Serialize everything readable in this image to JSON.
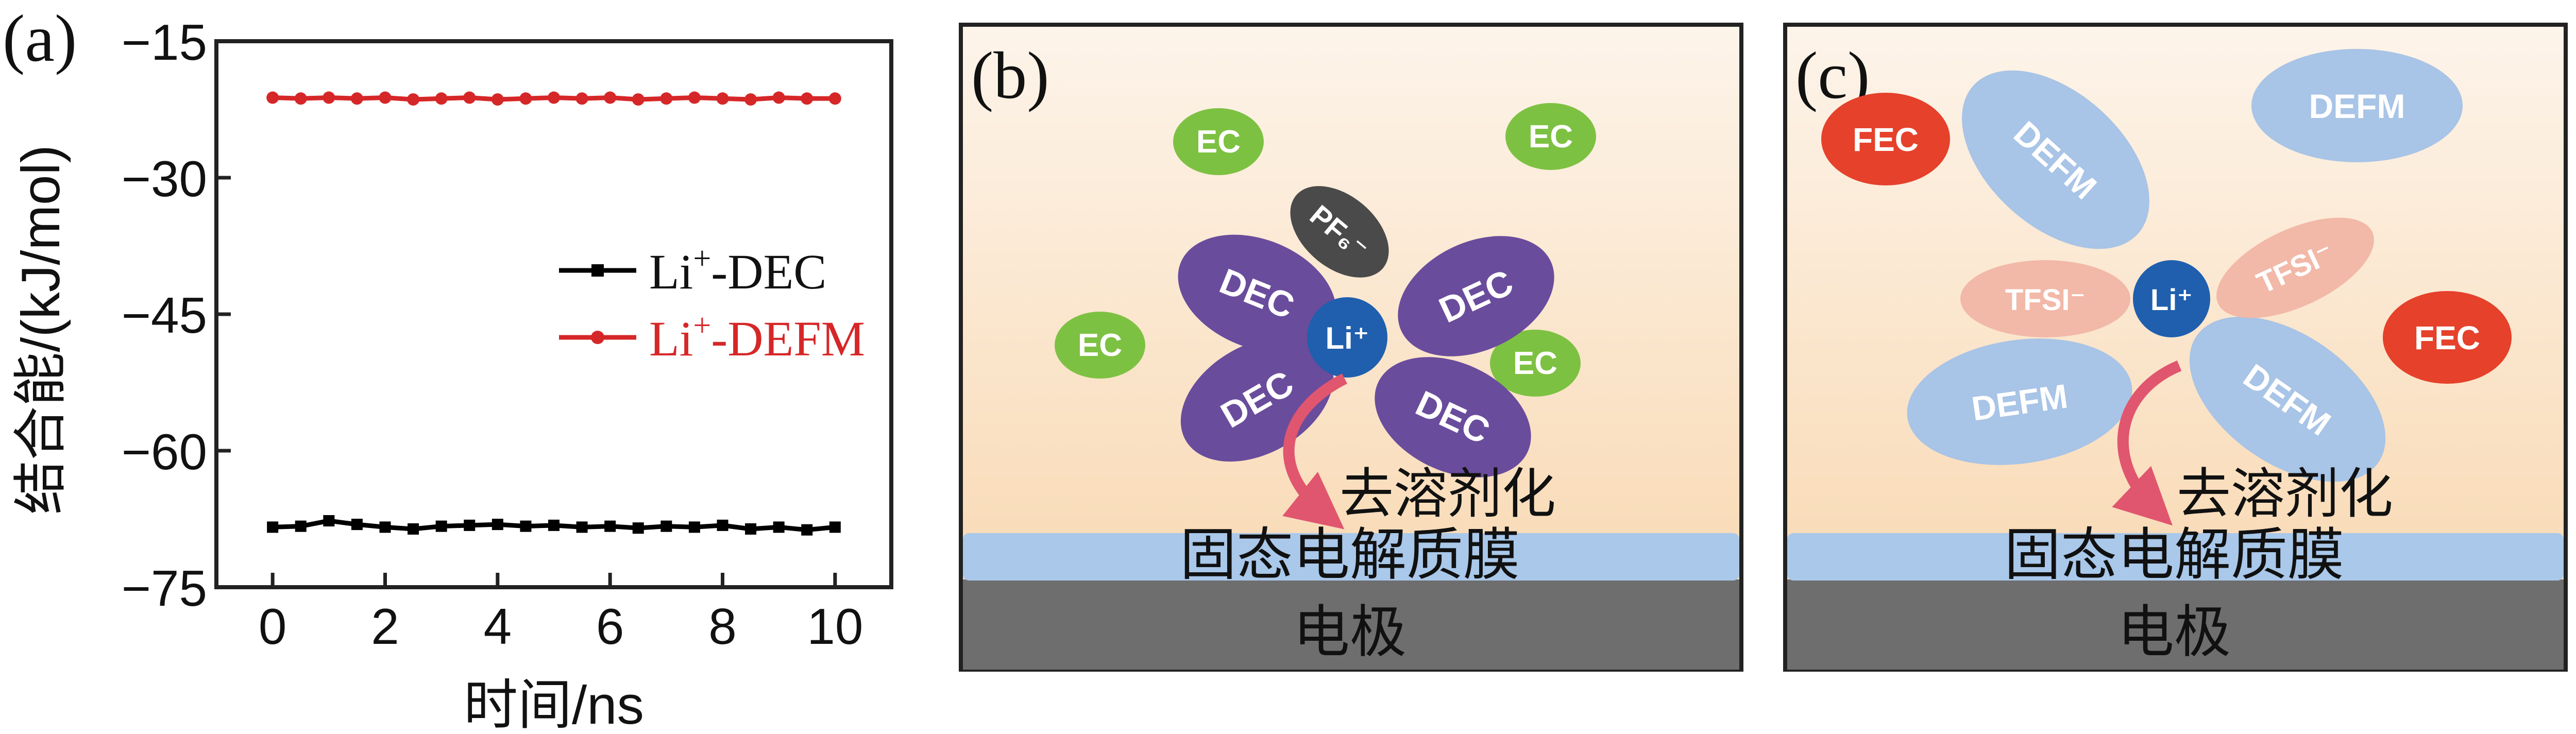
{
  "panels": {
    "a": {
      "label": "(a)",
      "chart_data": {
        "type": "line",
        "xlabel": "时间/ns",
        "ylabel": "结合能/(kJ/mol)",
        "xlim": [
          -1,
          11
        ],
        "ylim": [
          -75,
          -15
        ],
        "xticks": [
          0,
          2,
          4,
          6,
          8,
          10
        ],
        "yticks": [
          -15,
          -30,
          -45,
          -60,
          -75
        ],
        "xtick_labels": [
          "0",
          "2",
          "4",
          "6",
          "8",
          "10"
        ],
        "ytick_labels": [
          "−15",
          "−30",
          "−45",
          "−60",
          "−75"
        ],
        "grid": false,
        "legend_position": "center-right",
        "series": [
          {
            "name": "Li⁺-DEC",
            "name_parts": [
              "Li",
              "+",
              "-DEC"
            ],
            "color": "#000000",
            "marker": "square",
            "x": [
              0,
              0.5,
              1,
              1.5,
              2,
              2.5,
              3,
              3.5,
              4,
              4.5,
              5,
              5.5,
              6,
              6.5,
              7,
              7.5,
              8,
              8.5,
              9,
              9.5,
              10
            ],
            "y": [
              -68.4,
              -68.3,
              -67.7,
              -68.1,
              -68.4,
              -68.6,
              -68.3,
              -68.2,
              -68.1,
              -68.3,
              -68.2,
              -68.4,
              -68.3,
              -68.5,
              -68.3,
              -68.4,
              -68.2,
              -68.6,
              -68.4,
              -68.7,
              -68.4
            ]
          },
          {
            "name": "Li⁺-DEFM",
            "name_parts": [
              "Li",
              "+",
              "-DEFM"
            ],
            "color": "#d62728",
            "marker": "circle",
            "x": [
              0,
              0.5,
              1,
              1.5,
              2,
              2.5,
              3,
              3.5,
              4,
              4.5,
              5,
              5.5,
              6,
              6.5,
              7,
              7.5,
              8,
              8.5,
              9,
              9.5,
              10
            ],
            "y": [
              -21.2,
              -21.3,
              -21.2,
              -21.3,
              -21.2,
              -21.4,
              -21.3,
              -21.2,
              -21.4,
              -21.3,
              -21.2,
              -21.3,
              -21.2,
              -21.4,
              -21.3,
              -21.2,
              -21.3,
              -21.4,
              -21.2,
              -21.3,
              -21.3
            ]
          }
        ]
      }
    },
    "b": {
      "label": "(b)",
      "process_label": "去溶剂化",
      "sei_label": "固态电解质膜",
      "electrode_label": "电极",
      "center": "Li⁺",
      "molecules": [
        {
          "label": "EC",
          "kind": "EC"
        },
        {
          "label": "EC",
          "kind": "EC"
        },
        {
          "label": "EC",
          "kind": "EC"
        },
        {
          "label": "EC",
          "kind": "EC"
        },
        {
          "label": "DEC",
          "kind": "DEC"
        },
        {
          "label": "DEC",
          "kind": "DEC"
        },
        {
          "label": "DEC",
          "kind": "DEC"
        },
        {
          "label": "DEC",
          "kind": "DEC"
        },
        {
          "label": "PF₆⁻",
          "kind": "PF6"
        }
      ]
    },
    "c": {
      "label": "(c)",
      "process_label": "去溶剂化",
      "sei_label": "固态电解质膜",
      "electrode_label": "电极",
      "center": "Li⁺",
      "molecules": [
        {
          "label": "FEC",
          "kind": "FEC"
        },
        {
          "label": "FEC",
          "kind": "FEC"
        },
        {
          "label": "DEFM",
          "kind": "DEFM"
        },
        {
          "label": "DEFM",
          "kind": "DEFM"
        },
        {
          "label": "DEFM",
          "kind": "DEFM"
        },
        {
          "label": "DEFM",
          "kind": "DEFM"
        },
        {
          "label": "TFSI⁻",
          "kind": "TFSI"
        },
        {
          "label": "TFSI⁻",
          "kind": "TFSI"
        }
      ]
    }
  },
  "colors": {
    "EC": "#7dc142",
    "DEC": "#6a4c9c",
    "PF6": "#4a4a4a",
    "LI": "#1f5fae",
    "FEC": "#e5412b",
    "DEFM": "#a8c4e6",
    "TFSI": "#f2b8a8",
    "SEI": "#a9c8ea",
    "ELECTRODE": "#6e6e6e",
    "ARROW": "#e0566e",
    "BG_TOP": "#fdf3e9",
    "BG_BOTTOM": "#f9d9b2"
  }
}
